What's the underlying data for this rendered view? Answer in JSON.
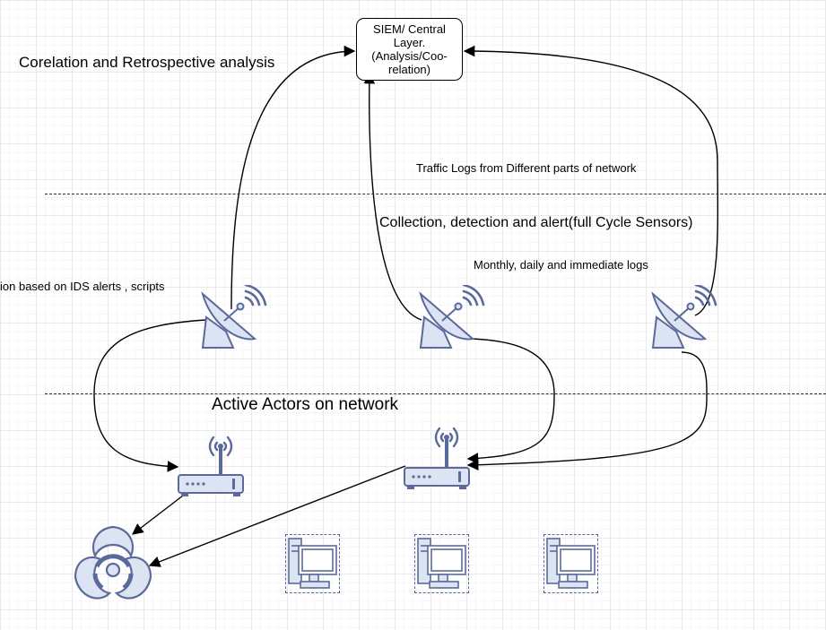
{
  "siem": {
    "lines": [
      "SIEM/ Central",
      "Layer.",
      "(Analysis/Coo-",
      "relation)"
    ]
  },
  "labels": {
    "correlation": "Corelation and Retrospective analysis",
    "traffic_logs": "Traffic Logs from Different parts of network",
    "collection": "Collection, detection and alert(full Cycle Sensors)",
    "periodic_logs": "Monthly, daily and immediate logs",
    "ids_alerts": "ion based on IDS alerts , scripts",
    "active_actors": "Active Actors on network"
  },
  "icons": {
    "sensor": "satellite-dish-icon",
    "router": "wireless-router-icon",
    "threat": "biohazard-icon",
    "host": "desktop-computer-icon"
  },
  "colors": {
    "icon_fill": "#dce3f3",
    "icon_stroke": "#5b6a9a",
    "line": "#000000"
  }
}
